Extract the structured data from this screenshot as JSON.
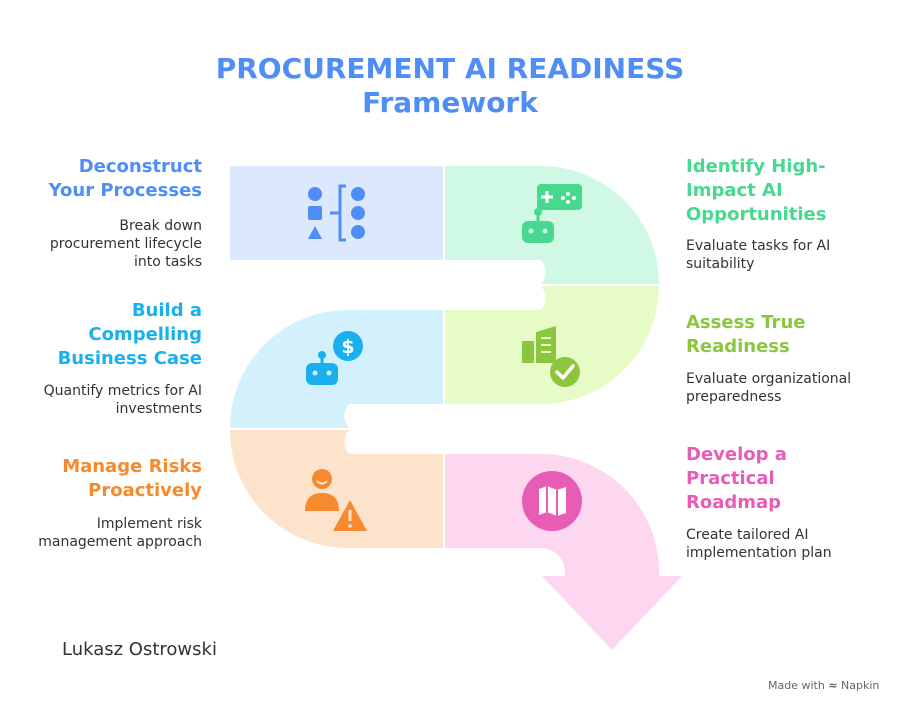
{
  "title": {
    "line1": "PROCUREMENT AI READINESS",
    "line2": "Framework"
  },
  "steps": [
    {
      "title": "Deconstruct Your Processes",
      "title_lines": [
        "Deconstruct",
        "Your Processes"
      ],
      "desc_lines": [
        "Break down",
        "procurement lifecycle",
        "into tasks"
      ],
      "color": "#4f8ef7",
      "fill": "#dbe8fd",
      "icon": "shapes-decompose-icon"
    },
    {
      "title": "Identify High-Impact AI Opportunities",
      "title_lines": [
        "Identify High-",
        "Impact AI",
        "Opportunities"
      ],
      "desc_lines": [
        "Evaluate tasks for AI",
        "suitability"
      ],
      "color": "#47d990",
      "fill": "#cff9e4",
      "icon": "robot-gamepad-icon"
    },
    {
      "title": "Build a Compelling Business Case",
      "title_lines": [
        "Build a",
        "Compelling",
        "Business Case"
      ],
      "desc_lines": [
        "Quantify metrics for AI",
        "investments"
      ],
      "color": "#1ab0f0",
      "fill": "#d2f1fd",
      "icon": "robot-dollar-icon"
    },
    {
      "title": "Assess True Readiness",
      "title_lines": [
        "Assess True",
        "Readiness"
      ],
      "desc_lines": [
        "Evaluate organizational",
        "preparedness"
      ],
      "color": "#8cc63f",
      "fill": "#e7fbc7",
      "icon": "building-check-icon"
    },
    {
      "title": "Manage Risks Proactively",
      "title_lines": [
        "Manage Risks",
        "Proactively"
      ],
      "desc_lines": [
        "Implement risk",
        "management approach"
      ],
      "color": "#f58a2e",
      "fill": "#fde3cc",
      "icon": "person-warning-icon"
    },
    {
      "title": "Develop a Practical Roadmap",
      "title_lines": [
        "Develop a",
        "Practical",
        "Roadmap"
      ],
      "desc_lines": [
        "Create tailored AI",
        "implementation plan"
      ],
      "color": "#e75cb5",
      "fill": "#fcd7ef",
      "icon": "map-icon"
    }
  ],
  "author": "Lukasz Ostrowski",
  "footer": {
    "made_with": "Made with",
    "brand": "Napkin"
  }
}
